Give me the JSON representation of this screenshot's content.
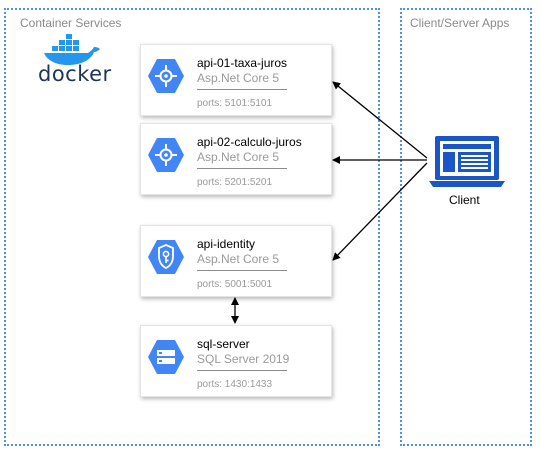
{
  "groups": {
    "container_services": {
      "label": "Container Services"
    },
    "client_server_apps": {
      "label": "Client/Server Apps"
    }
  },
  "logo": {
    "text": "docker"
  },
  "services": [
    {
      "name": "api-01-taxa-juros",
      "tech": "Asp.Net Core 5",
      "ports": "ports: 5101:5101",
      "icon": "api-icon"
    },
    {
      "name": "api-02-calculo-juros",
      "tech": "Asp.Net Core 5",
      "ports": "ports: 5201:5201",
      "icon": "api-icon"
    },
    {
      "name": "api-identity",
      "tech": "Asp.Net Core 5",
      "ports": "ports: 5001:5001",
      "icon": "identity-key-icon"
    },
    {
      "name": "sql-server",
      "tech": "SQL Server 2019",
      "ports": "ports: 1430:1433",
      "icon": "database-icon"
    }
  ],
  "client": {
    "label": "Client",
    "icon": "laptop-icon"
  },
  "colors": {
    "group_border": "#4f8ef7",
    "icon_blue": "#4285f4",
    "client_blue": "#1a56c8",
    "docker_blue": "#2496ed"
  }
}
